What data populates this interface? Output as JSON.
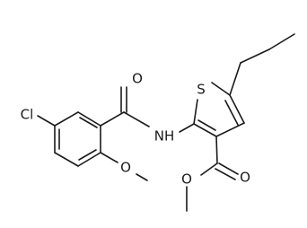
{
  "atoms": {
    "cl": "Cl",
    "o_amide": "O",
    "nh": "NH",
    "o_methoxy": "O",
    "s": "S",
    "o_ester_carbonyl": "O",
    "o_ester": "O"
  }
}
